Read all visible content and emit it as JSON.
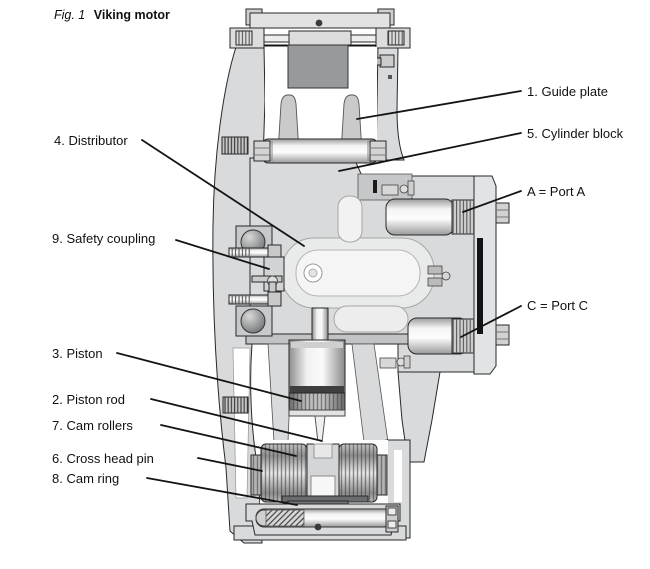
{
  "figure": {
    "caption_prefix": "Fig. 1",
    "caption_title": "Viking motor"
  },
  "callouts": {
    "right": [
      {
        "id": "guide-plate",
        "text": "1. Guide plate"
      },
      {
        "id": "cylinder-block",
        "text": "5. Cylinder block"
      },
      {
        "id": "port-a",
        "text": "A = Port A"
      },
      {
        "id": "port-c",
        "text": "C = Port C"
      }
    ],
    "left": [
      {
        "id": "distributor",
        "text": "4. Distributor"
      },
      {
        "id": "safety-coupling",
        "text": "9. Safety coupling"
      },
      {
        "id": "piston",
        "text": "3. Piston"
      },
      {
        "id": "piston-rod",
        "text": "2. Piston rod"
      },
      {
        "id": "cam-rollers",
        "text": "7. Cam rollers"
      },
      {
        "id": "cross-head-pin",
        "text": "6. Cross head pin"
      },
      {
        "id": "cam-ring",
        "text": "8. Cam ring"
      }
    ]
  },
  "colors": {
    "background": "#ffffff",
    "casing_gray": "#d9dadb",
    "dark_block_gray": "#97999b",
    "cam_ring_gray": "#737578",
    "seal_black": "#141414",
    "outline": "#26282a",
    "text": "#111111"
  }
}
